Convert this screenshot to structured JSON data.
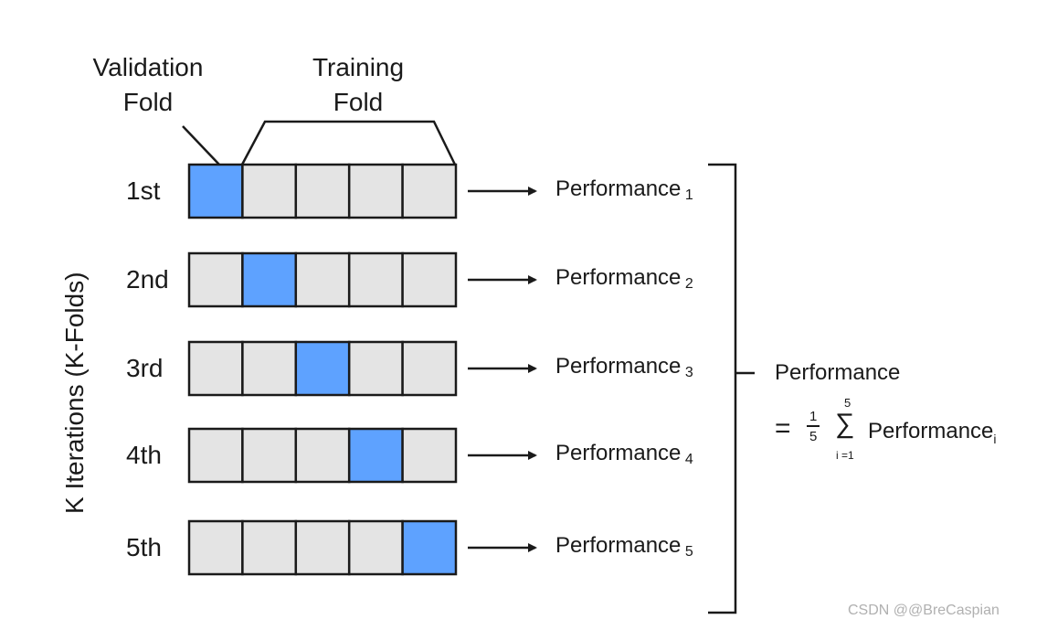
{
  "colors": {
    "validation": "#5ea2ff",
    "training": "#e4e4e4",
    "stroke": "#1a1a1a",
    "watermark": "#b0b0b0"
  },
  "header": {
    "validation_line1": "Validation",
    "validation_line2": "Fold",
    "training_line1": "Training",
    "training_line2": "Fold"
  },
  "axis_label": "K Iterations (K-Folds)",
  "iterations": [
    {
      "label": "1st",
      "validation_fold": 1,
      "performance": "Performance",
      "subscript": "1"
    },
    {
      "label": "2nd",
      "validation_fold": 2,
      "performance": "Performance",
      "subscript": "2"
    },
    {
      "label": "3rd",
      "validation_fold": 3,
      "performance": "Performance",
      "subscript": "3"
    },
    {
      "label": "4th",
      "validation_fold": 4,
      "performance": "Performance",
      "subscript": "4"
    },
    {
      "label": "5th",
      "validation_fold": 5,
      "performance": "Performance",
      "subscript": "5"
    }
  ],
  "folds_per_row": 5,
  "summary": {
    "title": "Performance",
    "equals": "=",
    "frac_num": "1",
    "frac_den": "5",
    "sum_upper": "5",
    "sum_symbol": "∑",
    "sum_lower": "i =1",
    "term": "Performance",
    "term_sub": "i"
  },
  "watermark": "CSDN @@BreCaspian"
}
